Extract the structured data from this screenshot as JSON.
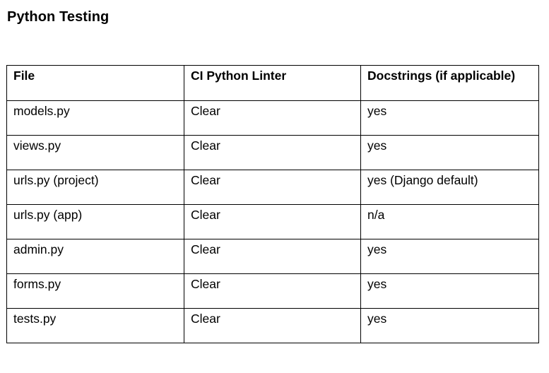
{
  "title": "Python Testing",
  "table": {
    "headers": [
      "File",
      "CI Python Linter",
      "Docstrings (if applicable)"
    ],
    "rows": [
      [
        "models.py",
        "Clear",
        "yes"
      ],
      [
        "views.py",
        "Clear",
        "yes"
      ],
      [
        "urls.py (project)",
        "Clear",
        "yes (Django default)"
      ],
      [
        "urls.py (app)",
        "Clear",
        "n/a"
      ],
      [
        "admin.py",
        "Clear",
        "yes"
      ],
      [
        "forms.py",
        "Clear",
        "yes"
      ],
      [
        "tests.py",
        "Clear",
        "yes"
      ]
    ]
  }
}
